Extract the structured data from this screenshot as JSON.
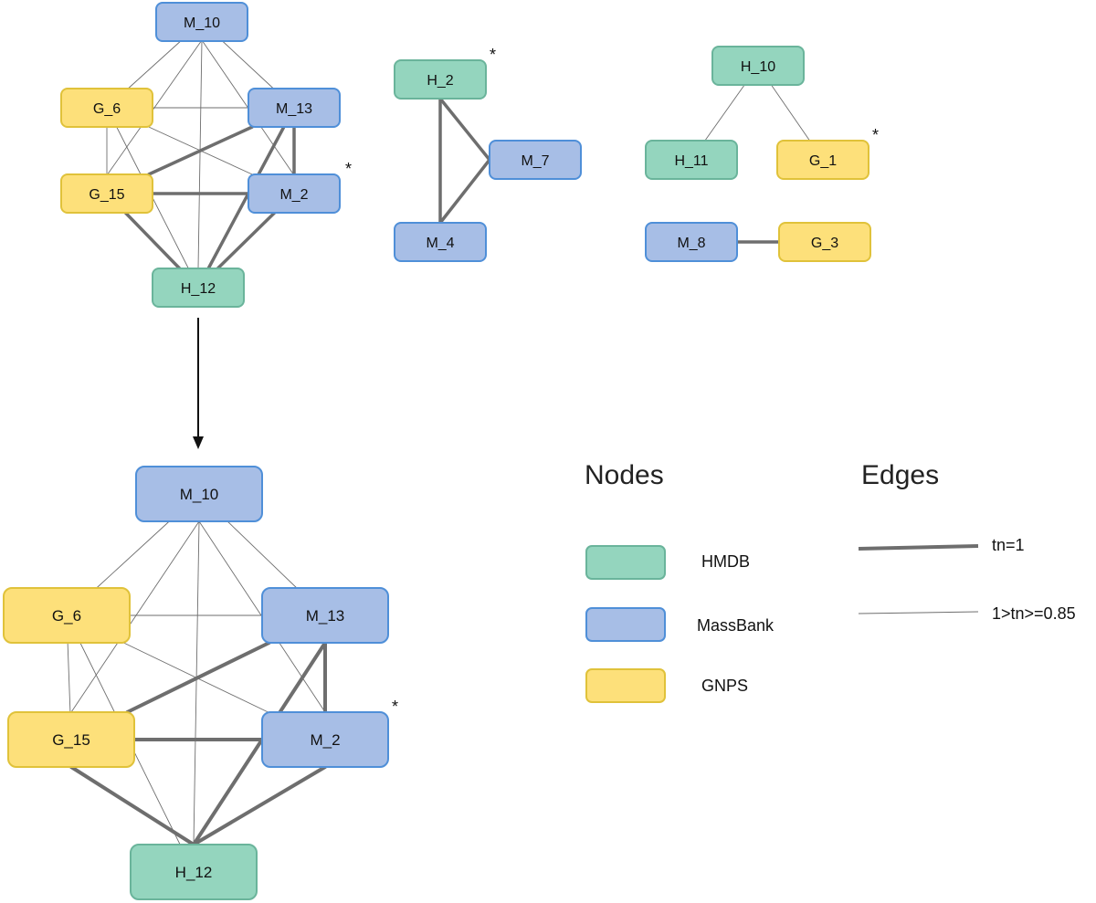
{
  "colors": {
    "HMDB": {
      "fill": "#94d5be",
      "stroke": "#6ab49b"
    },
    "MassBank": {
      "fill": "#a7bee6",
      "stroke": "#4f8fd8"
    },
    "GNPS": {
      "fill": "#fde07a",
      "stroke": "#e0c23a"
    },
    "edge": "#6e6e6e"
  },
  "star_symbol": "*",
  "legend": {
    "nodes_title": "Nodes",
    "edges_title": "Edges",
    "node_types": [
      {
        "key": "HMDB",
        "label": "HMDB"
      },
      {
        "key": "MassBank",
        "label": "MassBank"
      },
      {
        "key": "GNPS",
        "label": "GNPS"
      }
    ],
    "edge_types": [
      {
        "key": "strong",
        "label": "tn=1"
      },
      {
        "key": "weak",
        "label": "1>tn>=0.85"
      }
    ]
  },
  "networks": {
    "small_cluster": {
      "nodes": [
        {
          "id": "M_10",
          "label": "M_10",
          "type": "MassBank",
          "star": false
        },
        {
          "id": "G_6",
          "label": "G_6",
          "type": "GNPS",
          "star": false
        },
        {
          "id": "M_13",
          "label": "M_13",
          "type": "MassBank",
          "star": false
        },
        {
          "id": "G_15",
          "label": "G_15",
          "type": "GNPS",
          "star": false
        },
        {
          "id": "M_2",
          "label": "M_2",
          "type": "MassBank",
          "star": true
        },
        {
          "id": "H_12",
          "label": "H_12",
          "type": "HMDB",
          "star": false
        }
      ],
      "edges": [
        {
          "from": "M_10",
          "to": "G_6",
          "weight": "weak"
        },
        {
          "from": "M_10",
          "to": "M_13",
          "weight": "weak"
        },
        {
          "from": "M_10",
          "to": "G_15",
          "weight": "weak"
        },
        {
          "from": "M_10",
          "to": "M_2",
          "weight": "weak"
        },
        {
          "from": "M_10",
          "to": "H_12",
          "weight": "weak"
        },
        {
          "from": "G_6",
          "to": "M_13",
          "weight": "weak"
        },
        {
          "from": "G_6",
          "to": "G_15",
          "weight": "weak"
        },
        {
          "from": "G_6",
          "to": "M_2",
          "weight": "weak"
        },
        {
          "from": "G_6",
          "to": "H_12",
          "weight": "weak"
        },
        {
          "from": "M_13",
          "to": "G_15",
          "weight": "strong"
        },
        {
          "from": "M_13",
          "to": "M_2",
          "weight": "strong"
        },
        {
          "from": "M_13",
          "to": "H_12",
          "weight": "strong"
        },
        {
          "from": "G_15",
          "to": "M_2",
          "weight": "strong"
        },
        {
          "from": "G_15",
          "to": "H_12",
          "weight": "strong"
        },
        {
          "from": "M_2",
          "to": "H_12",
          "weight": "strong"
        }
      ]
    },
    "triangle": {
      "nodes": [
        {
          "id": "H_2",
          "label": "H_2",
          "type": "HMDB",
          "star": true
        },
        {
          "id": "M_7",
          "label": "M_7",
          "type": "MassBank",
          "star": false
        },
        {
          "id": "M_4",
          "label": "M_4",
          "type": "MassBank",
          "star": false
        }
      ],
      "edges": [
        {
          "from": "H_2",
          "to": "M_7",
          "weight": "strong"
        },
        {
          "from": "H_2",
          "to": "M_4",
          "weight": "strong"
        },
        {
          "from": "M_7",
          "to": "M_4",
          "weight": "strong"
        }
      ]
    },
    "tree": {
      "nodes": [
        {
          "id": "H_10",
          "label": "H_10",
          "type": "HMDB",
          "star": false
        },
        {
          "id": "H_11",
          "label": "H_11",
          "type": "HMDB",
          "star": false
        },
        {
          "id": "G_1",
          "label": "G_1",
          "type": "GNPS",
          "star": true
        }
      ],
      "edges": [
        {
          "from": "H_10",
          "to": "H_11",
          "weight": "weak"
        },
        {
          "from": "H_10",
          "to": "G_1",
          "weight": "weak"
        }
      ]
    },
    "pair": {
      "nodes": [
        {
          "id": "M_8",
          "label": "M_8",
          "type": "MassBank",
          "star": false
        },
        {
          "id": "G_3",
          "label": "G_3",
          "type": "GNPS",
          "star": false
        }
      ],
      "edges": [
        {
          "from": "M_8",
          "to": "G_3",
          "weight": "strong"
        }
      ]
    },
    "large_cluster": {
      "nodes": [
        {
          "id": "M_10",
          "label": "M_10",
          "type": "MassBank",
          "star": false
        },
        {
          "id": "G_6",
          "label": "G_6",
          "type": "GNPS",
          "star": false
        },
        {
          "id": "M_13",
          "label": "M_13",
          "type": "MassBank",
          "star": false
        },
        {
          "id": "G_15",
          "label": "G_15",
          "type": "GNPS",
          "star": false
        },
        {
          "id": "M_2",
          "label": "M_2",
          "type": "MassBank",
          "star": true
        },
        {
          "id": "H_12",
          "label": "H_12",
          "type": "HMDB",
          "star": false
        }
      ],
      "edges": [
        {
          "from": "M_10",
          "to": "G_6",
          "weight": "weak"
        },
        {
          "from": "M_10",
          "to": "M_13",
          "weight": "weak"
        },
        {
          "from": "M_10",
          "to": "G_15",
          "weight": "weak"
        },
        {
          "from": "M_10",
          "to": "M_2",
          "weight": "weak"
        },
        {
          "from": "M_10",
          "to": "H_12",
          "weight": "weak"
        },
        {
          "from": "G_6",
          "to": "M_13",
          "weight": "weak"
        },
        {
          "from": "G_6",
          "to": "G_15",
          "weight": "weak"
        },
        {
          "from": "G_6",
          "to": "M_2",
          "weight": "weak"
        },
        {
          "from": "G_6",
          "to": "H_12",
          "weight": "weak"
        },
        {
          "from": "M_13",
          "to": "G_15",
          "weight": "strong"
        },
        {
          "from": "M_13",
          "to": "M_2",
          "weight": "strong"
        },
        {
          "from": "M_13",
          "to": "H_12",
          "weight": "strong"
        },
        {
          "from": "G_15",
          "to": "M_2",
          "weight": "strong"
        },
        {
          "from": "G_15",
          "to": "H_12",
          "weight": "strong"
        },
        {
          "from": "M_2",
          "to": "H_12",
          "weight": "strong"
        }
      ]
    }
  },
  "arrow": {
    "from": "small_cluster",
    "to": "large_cluster"
  }
}
